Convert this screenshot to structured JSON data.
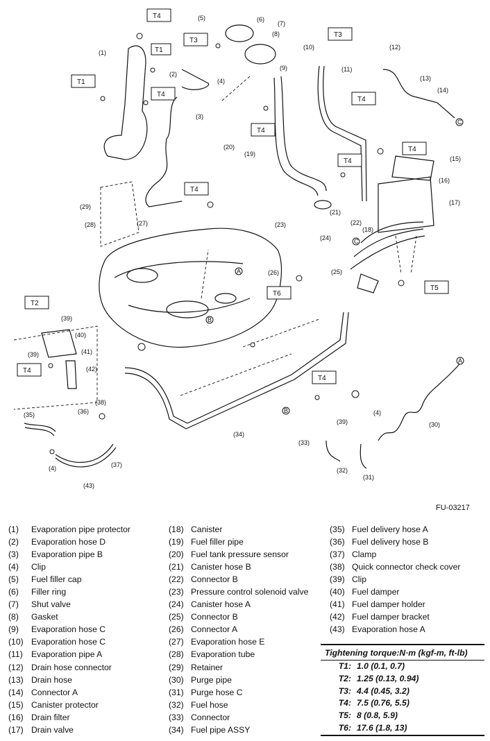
{
  "figure_code": "FU-03217",
  "torque_tags": [
    "T1",
    "T2",
    "T3",
    "T4",
    "T5",
    "T6"
  ],
  "callouts": [
    "(1)",
    "(2)",
    "(3)",
    "(4)",
    "(5)",
    "(6)",
    "(7)",
    "(8)",
    "(9)",
    "(10)",
    "(11)",
    "(12)",
    "(13)",
    "(14)",
    "(15)",
    "(16)",
    "(17)",
    "(18)",
    "(19)",
    "(20)",
    "(21)",
    "(22)",
    "(23)",
    "(24)",
    "(25)",
    "(26)",
    "(27)",
    "(28)",
    "(29)",
    "(30)",
    "(31)",
    "(32)",
    "(33)",
    "(34)",
    "(35)",
    "(36)",
    "(37)",
    "(38)",
    "(39)",
    "(40)",
    "(41)",
    "(42)",
    "(43)"
  ],
  "connector_marks": [
    "A",
    "B",
    "C"
  ],
  "legend": {
    "col1": [
      {
        "num": "(1)",
        "name": "Evaporation pipe protector"
      },
      {
        "num": "(2)",
        "name": "Evaporation hose D"
      },
      {
        "num": "(3)",
        "name": "Evaporation pipe B"
      },
      {
        "num": "(4)",
        "name": "Clip"
      },
      {
        "num": "(5)",
        "name": "Fuel filler cap"
      },
      {
        "num": "(6)",
        "name": "Filler ring"
      },
      {
        "num": "(7)",
        "name": "Shut valve"
      },
      {
        "num": "(8)",
        "name": "Gasket"
      },
      {
        "num": "(9)",
        "name": "Evaporation hose C"
      },
      {
        "num": "(10)",
        "name": "Evaporation hose C"
      },
      {
        "num": "(11)",
        "name": "Evaporation pipe A"
      },
      {
        "num": "(12)",
        "name": "Drain hose connector"
      },
      {
        "num": "(13)",
        "name": "Drain hose"
      },
      {
        "num": "(14)",
        "name": "Connector A"
      },
      {
        "num": "(15)",
        "name": "Canister protector"
      },
      {
        "num": "(16)",
        "name": "Drain filter"
      },
      {
        "num": "(17)",
        "name": "Drain valve"
      }
    ],
    "col2": [
      {
        "num": "(18)",
        "name": "Canister"
      },
      {
        "num": "(19)",
        "name": "Fuel filler pipe"
      },
      {
        "num": "(20)",
        "name": "Fuel tank pressure sensor"
      },
      {
        "num": "(21)",
        "name": "Canister hose B"
      },
      {
        "num": "(22)",
        "name": "Connector B"
      },
      {
        "num": "(23)",
        "name": "Pressure control solenoid valve"
      },
      {
        "num": "(24)",
        "name": "Canister hose A"
      },
      {
        "num": "(25)",
        "name": "Connector B"
      },
      {
        "num": "(26)",
        "name": "Connector A"
      },
      {
        "num": "(27)",
        "name": "Evaporation hose E"
      },
      {
        "num": "(28)",
        "name": "Evaporation tube"
      },
      {
        "num": "(29)",
        "name": "Retainer"
      },
      {
        "num": "(30)",
        "name": "Purge pipe"
      },
      {
        "num": "(31)",
        "name": "Purge hose C"
      },
      {
        "num": "(32)",
        "name": "Fuel hose"
      },
      {
        "num": "(33)",
        "name": "Connector"
      },
      {
        "num": "(34)",
        "name": "Fuel pipe ASSY"
      }
    ],
    "col3": [
      {
        "num": "(35)",
        "name": "Fuel delivery hose A"
      },
      {
        "num": "(36)",
        "name": "Fuel delivery hose B"
      },
      {
        "num": "(37)",
        "name": "Clamp"
      },
      {
        "num": "(38)",
        "name": "Quick connector check cover"
      },
      {
        "num": "(39)",
        "name": "Clip"
      },
      {
        "num": "(40)",
        "name": "Fuel damper"
      },
      {
        "num": "(41)",
        "name": "Fuel damper holder"
      },
      {
        "num": "(42)",
        "name": "Fuel damper bracket"
      },
      {
        "num": "(43)",
        "name": "Evaporation hose A"
      }
    ]
  },
  "torque": {
    "heading": "Tightening torque:N·m (kgf-m, ft-lb)",
    "rows": [
      {
        "tag": "T1:",
        "value": "1.0 (0.1, 0.7)"
      },
      {
        "tag": "T2:",
        "value": "1.25 (0.13, 0.94)"
      },
      {
        "tag": "T3:",
        "value": "4.4 (0.45, 3.2)"
      },
      {
        "tag": "T4:",
        "value": "7.5 (0.76, 5.5)"
      },
      {
        "tag": "T5:",
        "value": "8 (0.8, 5.9)"
      },
      {
        "tag": "T6:",
        "value": "17.6 (1.8, 13)"
      }
    ]
  }
}
